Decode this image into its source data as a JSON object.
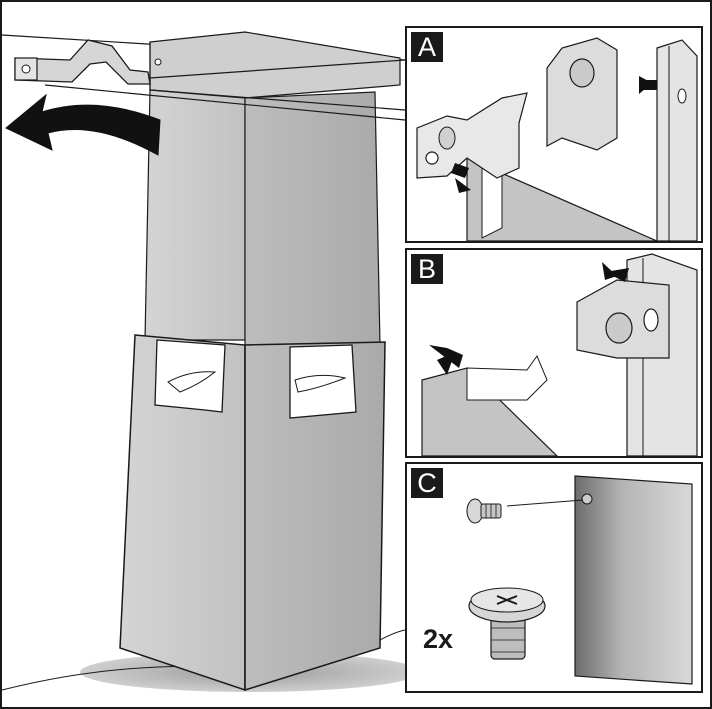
{
  "panels": {
    "a": {
      "label": "A"
    },
    "b": {
      "label": "B"
    },
    "c": {
      "label": "C",
      "quantity": "2x"
    }
  },
  "colors": {
    "outline": "#1a1a1a",
    "arrow": "#111111",
    "hood_gray": "#c9c9c9",
    "tape": "#ffffff"
  }
}
